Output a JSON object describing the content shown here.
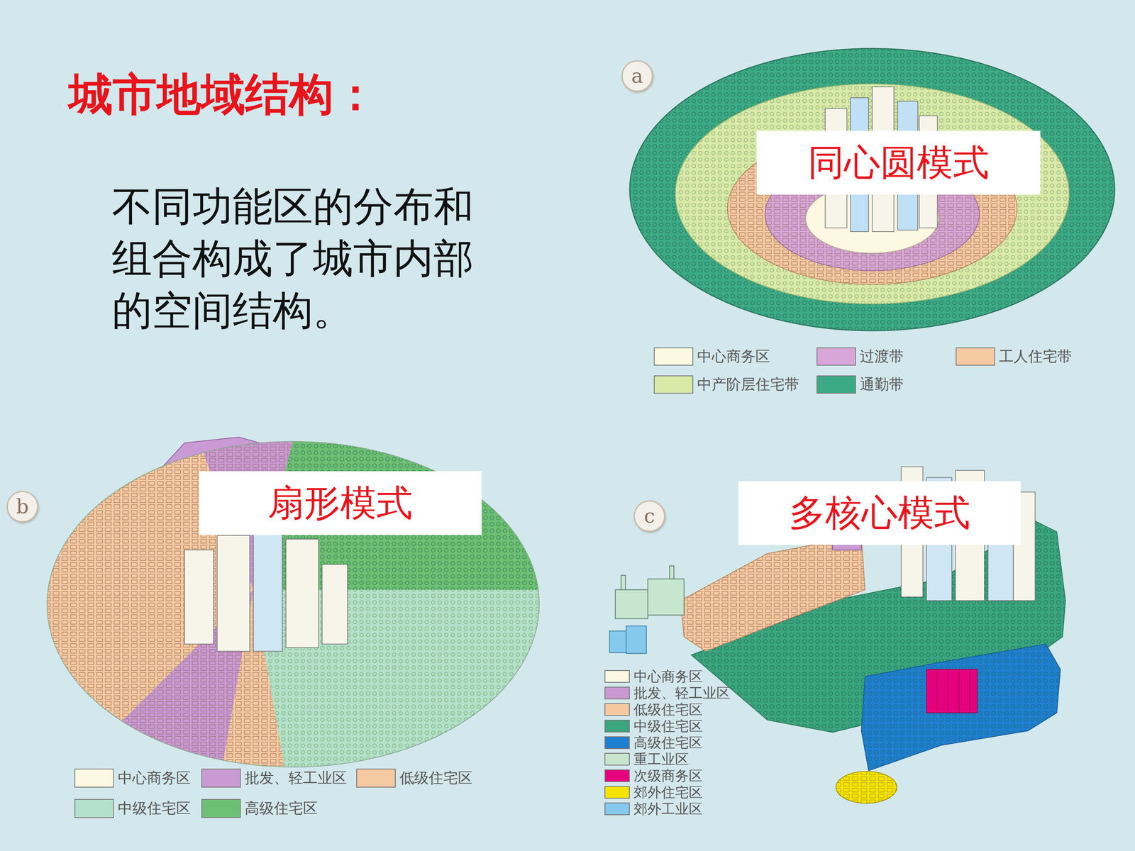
{
  "diagram": {
    "title": "城市地域结构：",
    "nodes": [
      {
        "text": [
          "a"
        ]
      },
      {
        "text": [
          "同心圆模式"
        ]
      },
      {
        "text": [
          "b"
        ]
      },
      {
        "text": [
          "扇形模式"
        ]
      },
      {
        "text": [
          "c"
        ]
      },
      {
        "text": [
          "多核心模式"
        ]
      }
    ],
    "edges": [],
    "labels": [
      "不同功能区的分布和组合构成了城市内部的空间结构。"
    ],
    "legend": [
      {
        "text": "中心商务区",
        "color": "#fdf8e2"
      },
      {
        "text": "过渡带",
        "color": "#d8a6d8"
      },
      {
        "text": "工人住宅带",
        "color": "#f5c9a2"
      },
      {
        "text": "中产阶层住宅带",
        "color": "#d8e9a8"
      },
      {
        "text": "通勤带",
        "color": "#3daa86"
      },
      {
        "text": "中心商务区",
        "color": "#fdf8e2"
      },
      {
        "text": "批发、轻工业区",
        "color": "#c99ad3"
      },
      {
        "text": "低级住宅区",
        "color": "#f5c9a2"
      },
      {
        "text": "中级住宅区",
        "color": "#b2e0c8"
      },
      {
        "text": "高级住宅区",
        "color": "#6cbf73"
      },
      {
        "text": "中心商务区",
        "color": "#fdf8e2"
      },
      {
        "text": "批发、轻工业区",
        "color": "#c99ad3"
      },
      {
        "text": "低级住宅区",
        "color": "#f5c9a2"
      },
      {
        "text": "中级住宅区",
        "color": "#3aa57f"
      },
      {
        "text": "高级住宅区",
        "color": "#1f7fd0"
      },
      {
        "text": "重工业区",
        "color": "#c8e6cf"
      },
      {
        "text": "次级商务区",
        "color": "#e6007e"
      },
      {
        "text": "郊外住宅区",
        "color": "#f5e400"
      },
      {
        "text": "郊外工业区",
        "color": "#86c9ef"
      }
    ]
  }
}
